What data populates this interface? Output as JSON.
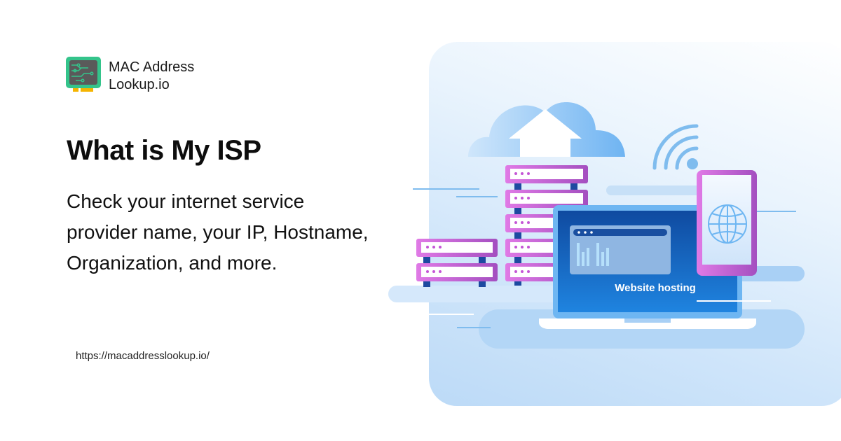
{
  "brand": {
    "line1": "MAC Address",
    "line2": "Lookup.io"
  },
  "headline": "What is My ISP",
  "description": "Check your internet service provider name, your IP, Hostname, Organization, and more.",
  "url": "https://macaddresslookup.io/",
  "illustration": {
    "screen_label": "Website hosting"
  },
  "colors": {
    "accent_blue": "#1e6fd0",
    "purple": "#c455d6",
    "logo_green": "#34c48b"
  }
}
